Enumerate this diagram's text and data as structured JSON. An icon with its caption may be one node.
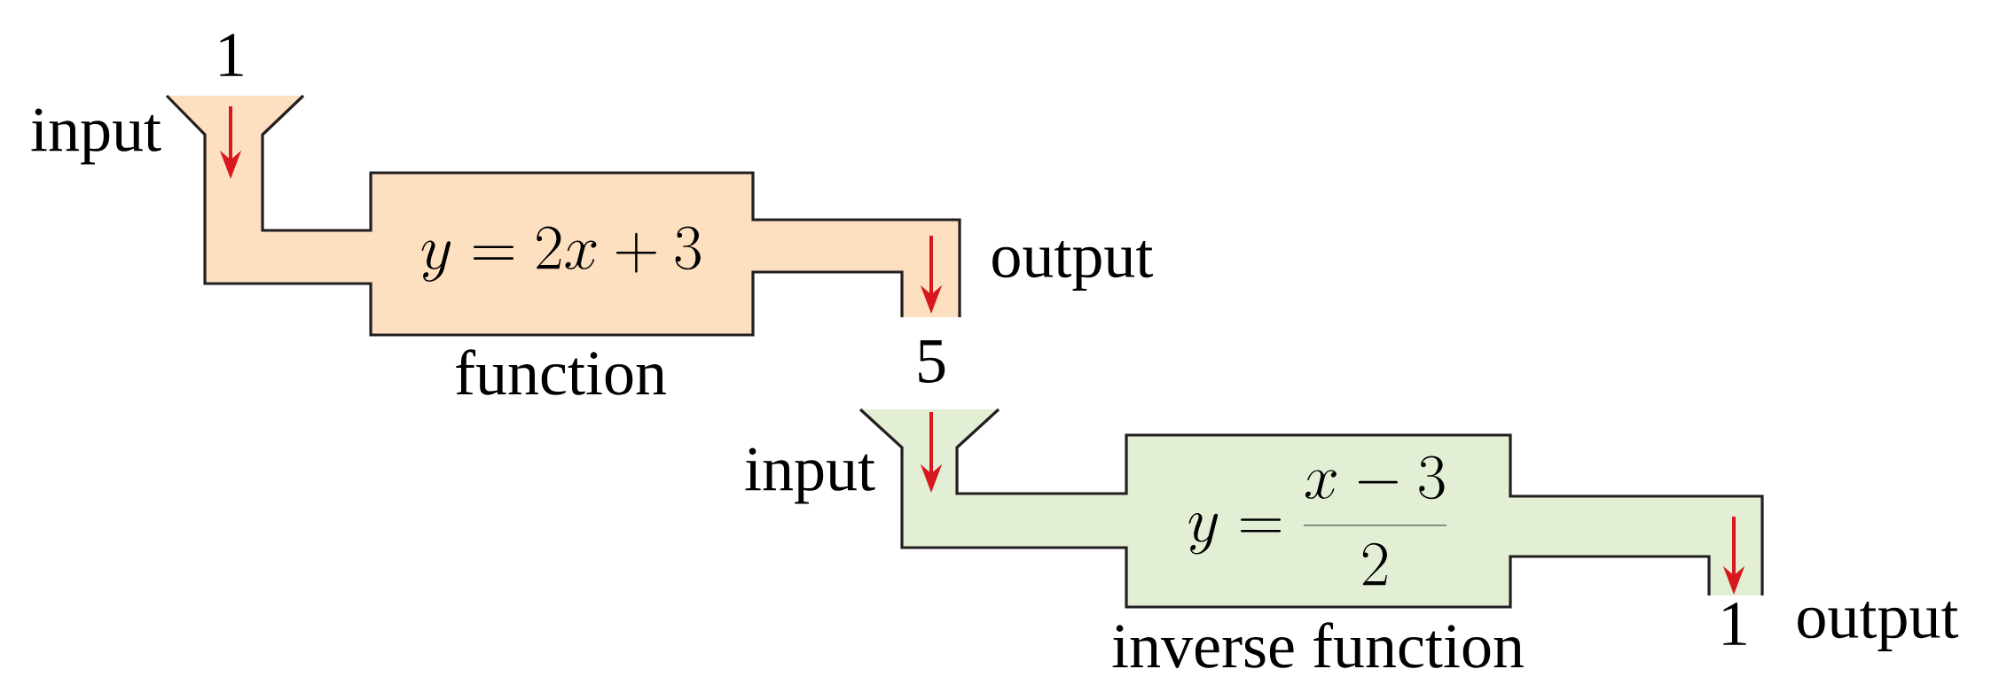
{
  "diagram": {
    "nodes": [
      {
        "text": [
          "1"
        ]
      },
      {
        "text": [
          "y=2x+3"
        ],
        "beside": [
          "function"
        ]
      },
      {
        "text": [
          "5"
        ]
      },
      {
        "text": [
          "y=\\frac{x-3}{2}"
        ],
        "beside": [
          "inverse function"
        ]
      },
      {
        "text": [
          "1"
        ]
      }
    ],
    "edges": [
      {
        "from": 0,
        "to": 1,
        "arrow": "to",
        "color": "#d7191f"
      },
      {
        "from": 1,
        "to": 2,
        "arrow": "to",
        "color": "#d7191f"
      },
      {
        "from": 2,
        "to": 3,
        "arrow": "to",
        "color": "#d7191f"
      },
      {
        "from": 3,
        "to": 4,
        "arrow": "to",
        "color": "#d7191f"
      }
    ],
    "labels": [
      "input",
      "output",
      "input",
      "output"
    ]
  }
}
